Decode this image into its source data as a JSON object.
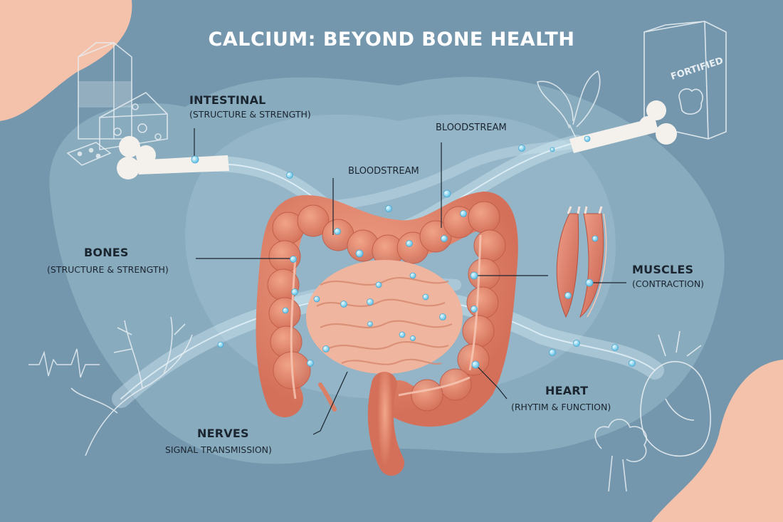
{
  "title": "CALCIUM: BEYOND BONE HEALTH",
  "labels": {
    "intestinal": {
      "head": "INTESTINAL",
      "sub": "(STRUCTURE & STRENGTH)"
    },
    "bones": {
      "head": "BONES",
      "sub": "(STRUCTURE & STRENGTH)"
    },
    "muscles": {
      "head": "MUSCLES",
      "sub": "(CONTRACTION)"
    },
    "heart": {
      "head": "HEART",
      "sub": "(RHYTIM & FUNCTION)"
    },
    "nerves": {
      "head": "NERVES",
      "sub": "SIGNAL TRANSMISSION)"
    }
  },
  "flow": {
    "bloodstream_upper": "BLOODSTREAM",
    "bloodstream_lower": "BLOODSTREAM"
  },
  "box_text": "FORTIFIED",
  "colors": {
    "background": "#7497ad",
    "blob": "#8eb0c3",
    "corner": "#f4c2ab",
    "organ": "#e0876a",
    "organ_light": "#f0b59f",
    "calcium": "#8fd4ef",
    "sketch": "#e8eef2"
  }
}
